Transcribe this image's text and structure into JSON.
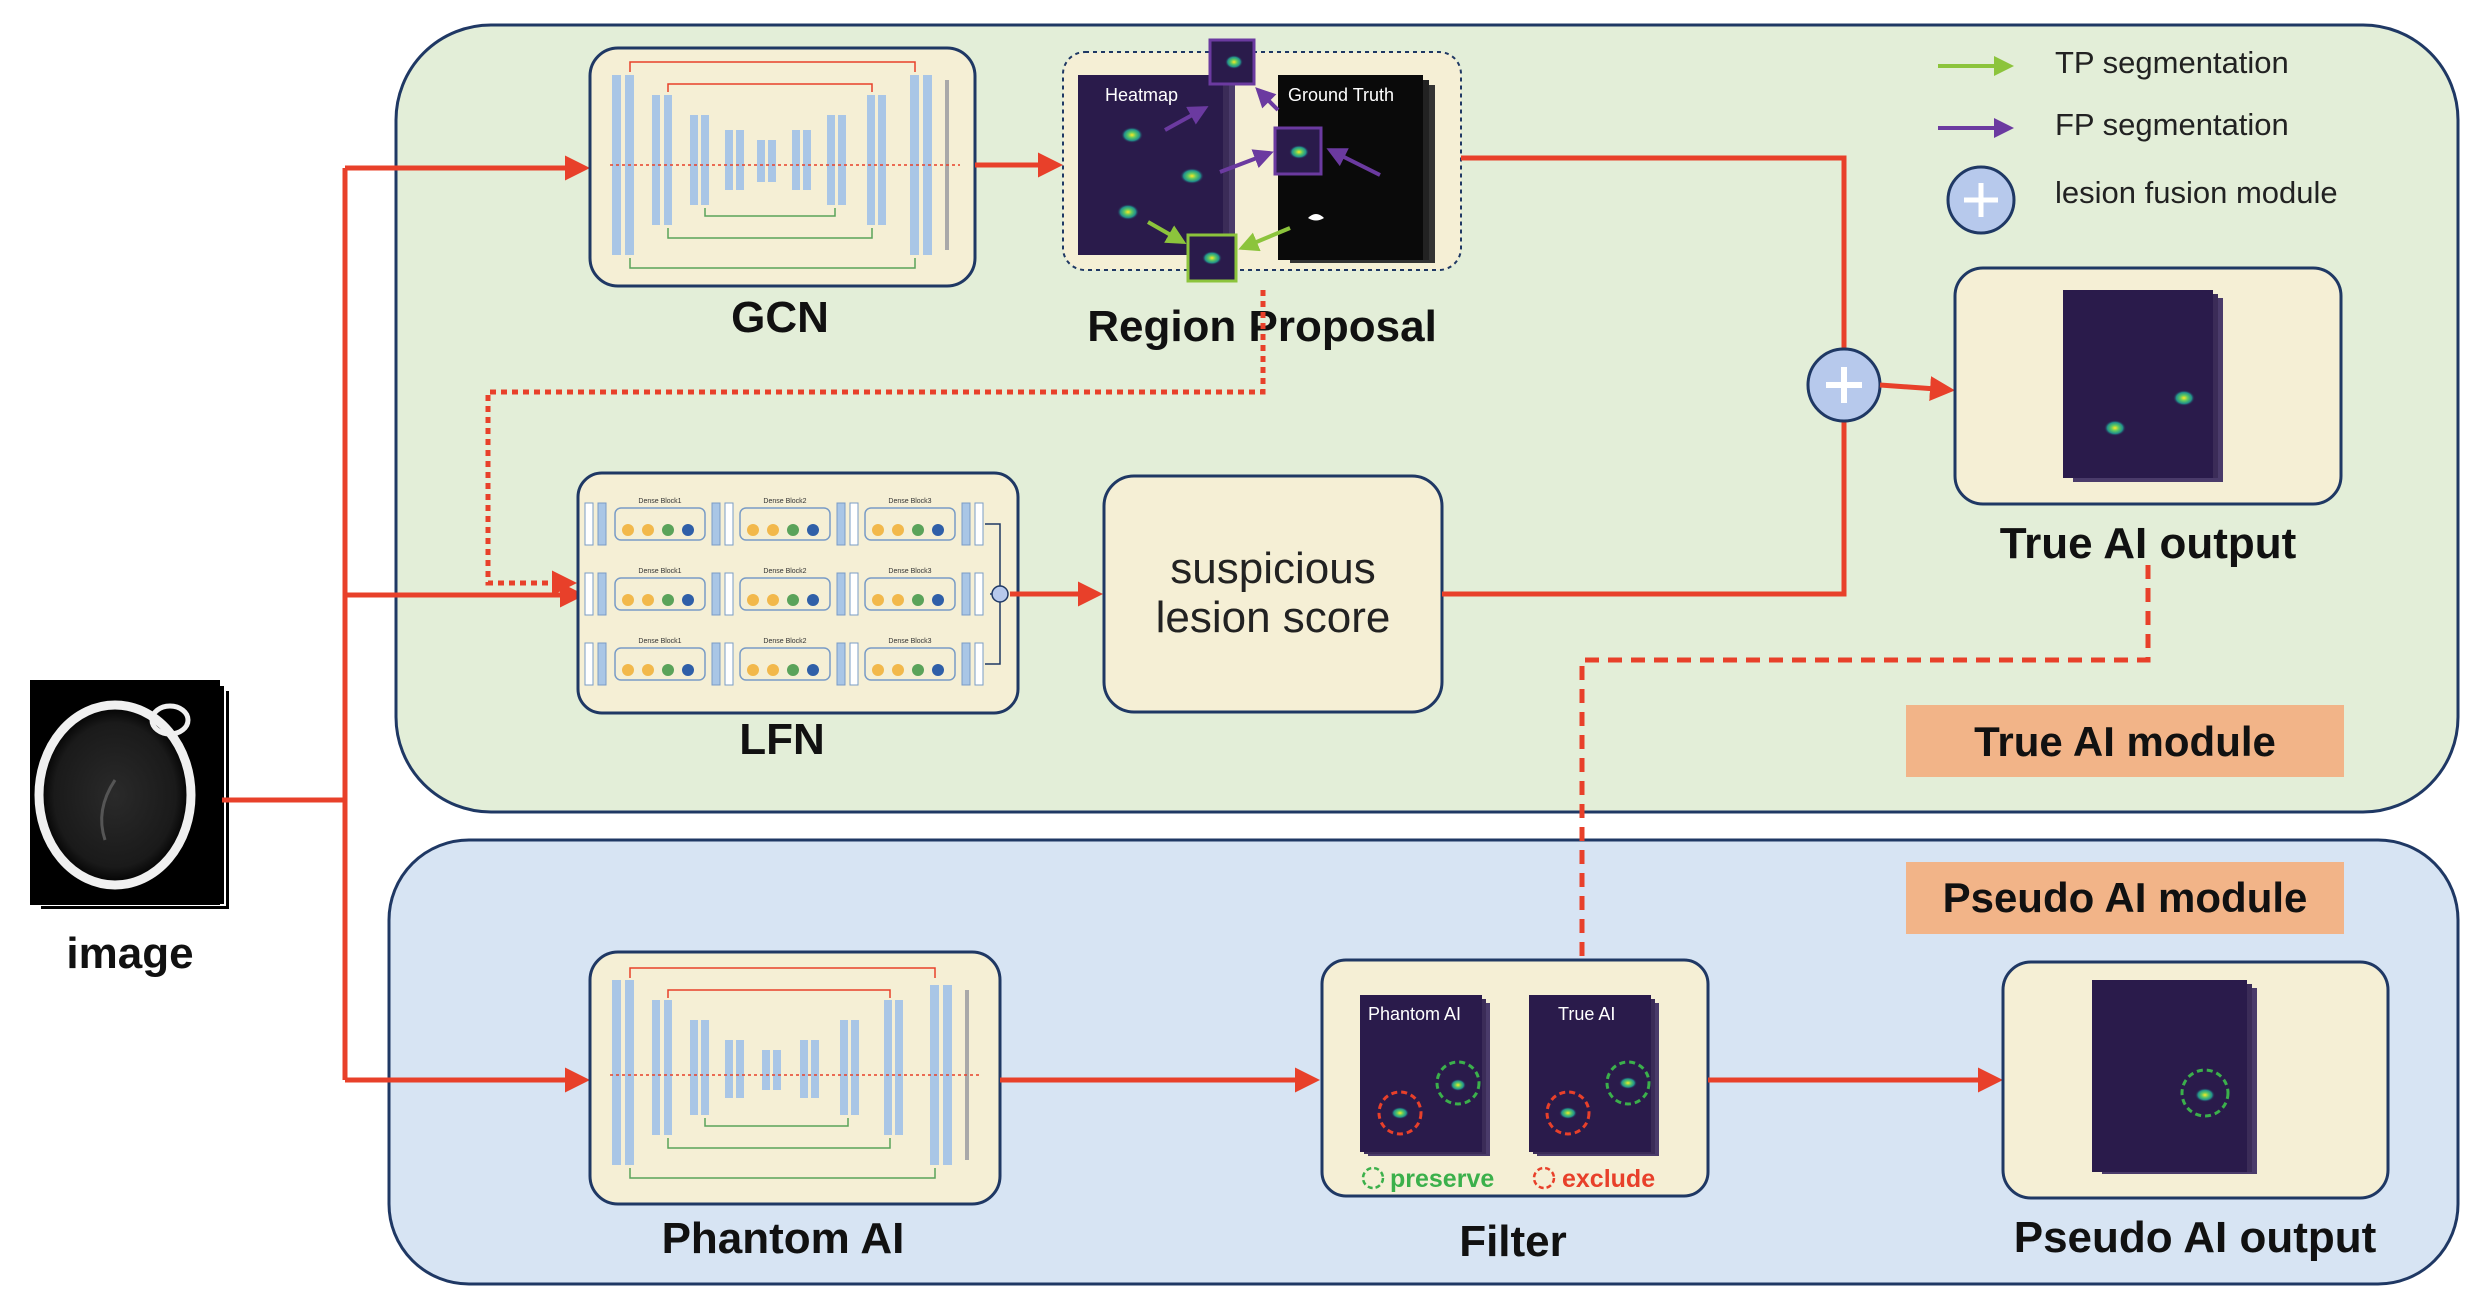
{
  "image_label": "image",
  "true_module": {
    "title": "True AI module",
    "gcn_label": "GCN",
    "region_proposal_label": "Region Proposal",
    "heatmap_label": "Heatmap",
    "ground_truth_label": "Ground Truth",
    "lfn_label": "LFN",
    "score_line1": "suspicious",
    "score_line2": "lesion score",
    "output_label": "True AI output"
  },
  "pseudo_module": {
    "title": "Pseudo AI module",
    "phantom_label": "Phantom AI",
    "filter_label": "Filter",
    "filter_phantom_caption": "Phantom AI",
    "filter_true_caption": "True AI",
    "preserve_label": "preserve",
    "exclude_label": "exclude",
    "output_label": "Pseudo AI output"
  },
  "legend": {
    "tp_label": "TP segmentation",
    "fp_label": "FP segmentation",
    "fusion_label": "lesion fusion module"
  },
  "lfn_blocks": [
    "Dense Block1",
    "Dense Block2",
    "Dense Block3"
  ],
  "colors": {
    "arrow": "#e8402a",
    "true_panel": "#e3eed8",
    "pseudo_panel": "#d7e4f3",
    "box_fill": "#f5efd5",
    "module_tag": "#f2b488",
    "tp": "#8cc43c",
    "fp": "#6b3aa0",
    "fusion": "#b7c9ec"
  }
}
